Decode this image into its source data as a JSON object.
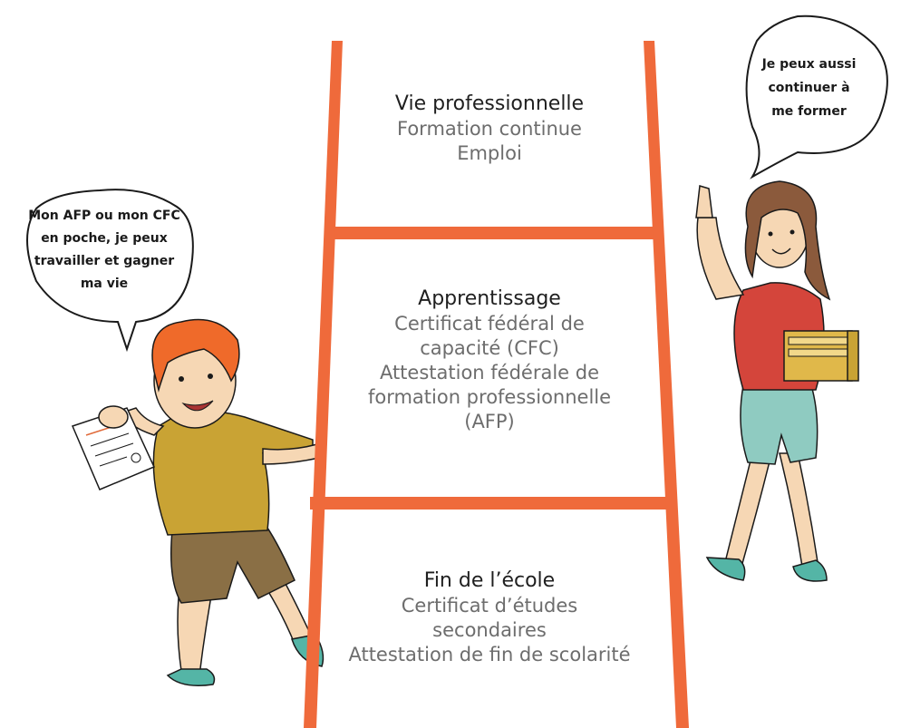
{
  "ladder": {
    "colors": {
      "rail": "#ef6a3b",
      "text_title": "#1f1f1f",
      "text_body": "#6d6d6d"
    },
    "levels": [
      {
        "title": "Vie professionnelle",
        "lines": [
          "Formation continue",
          "Emploi"
        ]
      },
      {
        "title": "Apprentissage",
        "lines": [
          "Certificat fédéral de",
          "capacité (CFC)",
          "Attestation fédérale de",
          "formation professionnelle",
          "(AFP)"
        ]
      },
      {
        "title": "Fin de l’école",
        "lines": [
          "Certificat d’études",
          "secondaires",
          "Attestation de fin de scolarité"
        ]
      }
    ]
  },
  "characters": {
    "left": {
      "speech": [
        "Mon AFP ou mon CFC",
        "en poche, je peux",
        "travailler et gagner",
        "ma vie"
      ],
      "colors": {
        "hair": "#ef6a2a",
        "shirt": "#c9a334",
        "shorts": "#8a6f45",
        "skin": "#f6d7b4"
      }
    },
    "right": {
      "speech": [
        "Je peux aussi",
        "continuer à",
        "me former"
      ],
      "colors": {
        "hair": "#8b5a3c",
        "shirt": "#d4453b",
        "shorts": "#8fcbc1",
        "books": "#e0b84a"
      }
    }
  }
}
